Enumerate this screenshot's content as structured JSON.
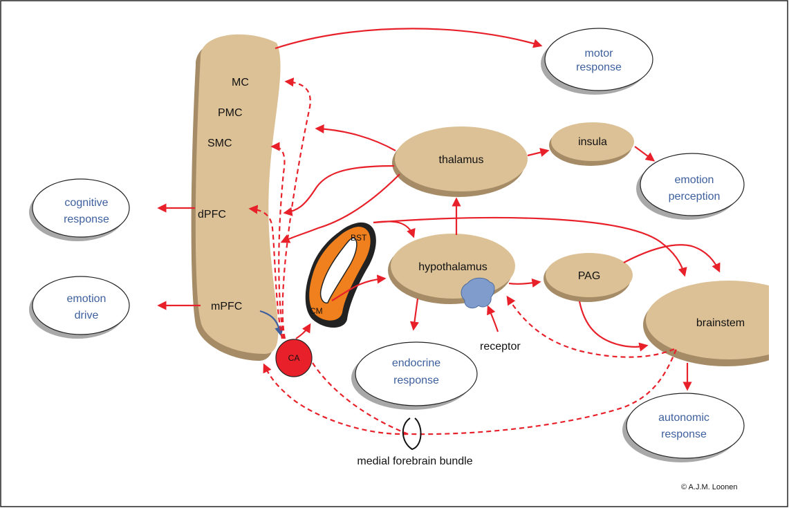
{
  "colors": {
    "structure_fill": "#dcc196",
    "structure_shadow": "#a58b66",
    "arrow_red": "#e8202a",
    "response_text_blue": "#3d5f9e",
    "amygdala_red": "#e8202a",
    "bst_orange": "#f07f1d",
    "receptor_blue": "#7f9ccc",
    "arrow_blue": "#3d5f9e"
  },
  "cortex": {
    "regions": [
      "MC",
      "PMC",
      "SMC",
      "dPFC",
      "mPFC"
    ]
  },
  "structures": {
    "thalamus": "thalamus",
    "insula": "insula",
    "hypothalamus": "hypothalamus",
    "pag": "PAG",
    "brainstem": "brainstem",
    "bst": "BST",
    "cm": "CM",
    "ca": "CA"
  },
  "responses": {
    "motor": [
      "motor",
      "response"
    ],
    "emotion_perception": [
      "emotion",
      "perception"
    ],
    "cognitive": [
      "cognitive",
      "response"
    ],
    "emotion_drive": [
      "emotion",
      "drive"
    ],
    "endocrine": [
      "endocrine",
      "response"
    ],
    "autonomic": [
      "autonomic",
      "response"
    ]
  },
  "labels": {
    "receptor": "receptor",
    "mfb": "medial forebrain bundle",
    "copyright": "© A.J.M. Loonen"
  }
}
